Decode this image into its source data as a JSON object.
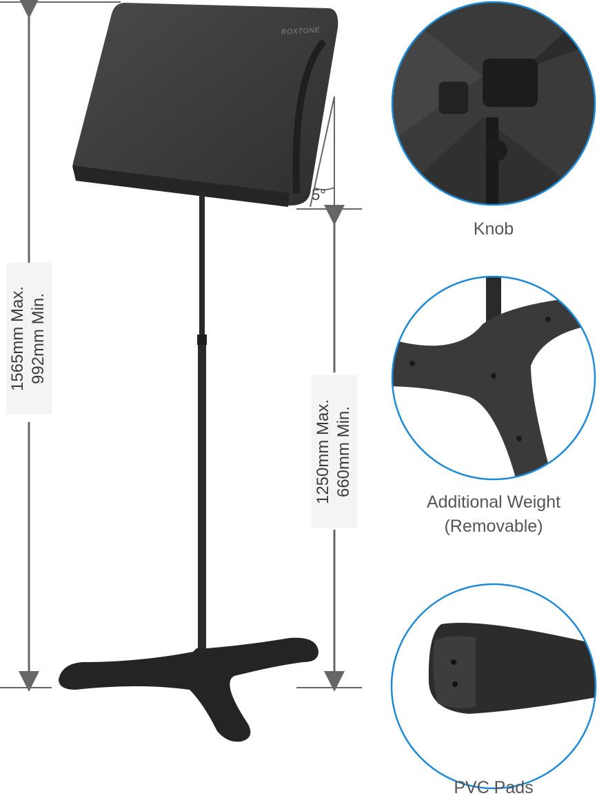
{
  "brand_logo": "ROXTONE",
  "dimensions": {
    "overall": {
      "max": "1565mm Max.",
      "min": "992mm Min."
    },
    "desk_height": {
      "max": "1250mm Max.",
      "min": "660mm Min."
    },
    "tilt_angle": "5°"
  },
  "details": [
    {
      "label": "Knob"
    },
    {
      "label": "Additional Weight",
      "sublabel": "(Removable)"
    },
    {
      "label": "PVC Pads"
    }
  ],
  "colors": {
    "circle_border": "#1e8ad6",
    "dimension_line": "#666666",
    "product": "#2f2f2f"
  }
}
